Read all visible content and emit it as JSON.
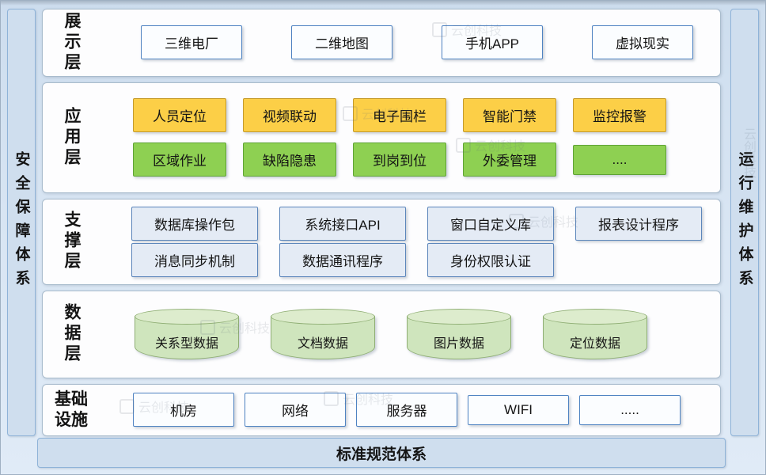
{
  "palette": {
    "background": "#d8e5f3",
    "panel_border": "#a9bccd",
    "blue_box_border": "#4f83c2",
    "yellow_fill": "#fccf47",
    "yellow_border": "#c49a2b",
    "green_fill": "#8ed052",
    "green_border": "#5fa335",
    "support_fill": "#e4ebf5",
    "cylinder_fill": "#cfe5bd",
    "cylinder_border": "#8fae74",
    "sidebar_fill": "#cfdeee",
    "sidebar_border": "#8fb3d8"
  },
  "sidebars": {
    "left": "安全保障体系",
    "right": "运行维护体系",
    "bottom": "标准规范体系"
  },
  "watermark": {
    "text": "云创科技"
  },
  "layers": [
    {
      "id": "presentation",
      "label": "展示层",
      "label_cols": 1,
      "rows": [
        {
          "style": "outline",
          "items": [
            "三维电厂",
            "二维地图",
            "手机APP",
            "虚拟现实"
          ]
        }
      ]
    },
    {
      "id": "application",
      "label": "应用层",
      "label_cols": 1,
      "rows": [
        {
          "style": "yellow",
          "items": [
            "人员定位",
            "视频联动",
            "电子围栏",
            "智能门禁",
            "监控报警"
          ]
        },
        {
          "style": "green",
          "items": [
            "区域作业",
            "缺陷隐患",
            "到岗到位",
            "外委管理",
            "...."
          ]
        }
      ]
    },
    {
      "id": "support",
      "label": "支撑层",
      "label_cols": 1,
      "rows": [
        {
          "style": "support",
          "items": [
            "数据库操作包",
            "系统接口API",
            "窗口自定义库",
            "报表设计程序"
          ]
        },
        {
          "style": "support",
          "items": [
            "消息同步机制",
            "数据通讯程序",
            "身份权限认证"
          ]
        }
      ]
    },
    {
      "id": "data",
      "label": "数据层",
      "label_cols": 1,
      "rows": [
        {
          "style": "cylinder",
          "items": [
            "关系型数据",
            "文档数据",
            "图片数据",
            "定位数据"
          ]
        }
      ]
    },
    {
      "id": "infrastructure",
      "label": "基础设施",
      "label_cols": 2,
      "rows": [
        {
          "style": "infra",
          "items": [
            "机房",
            "网络",
            "服务器",
            "WIFI",
            "....."
          ]
        }
      ]
    }
  ]
}
